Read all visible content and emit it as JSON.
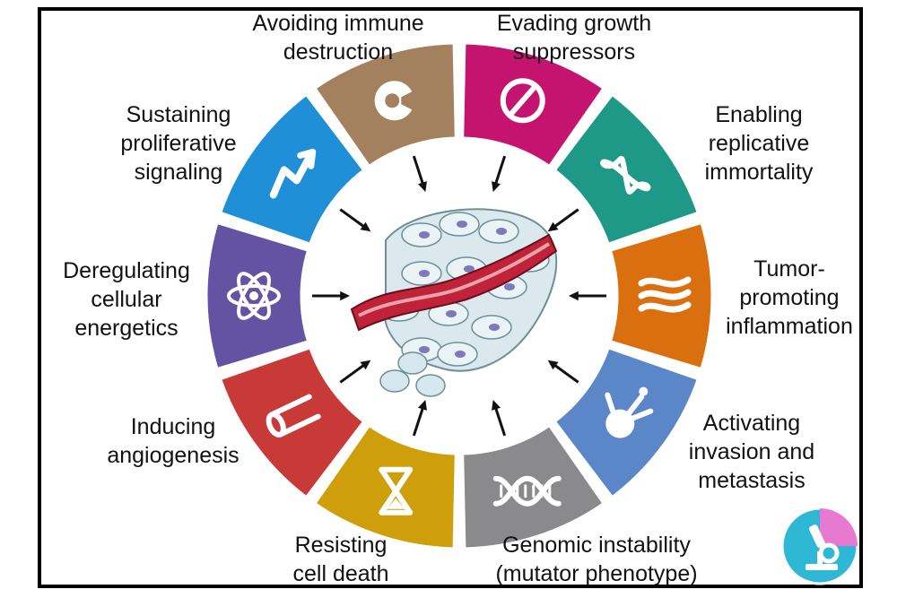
{
  "hallmarks": [
    {
      "key": "immune",
      "label": [
        "Avoiding immune",
        "destruction"
      ],
      "color": "#a3815f",
      "icon": "pacman-cell-icon"
    },
    {
      "key": "growth",
      "label": [
        "Evading growth",
        "suppressors"
      ],
      "color": "#c4146f",
      "icon": "prohibited-icon"
    },
    {
      "key": "immortality",
      "label": [
        "Enabling",
        "replicative",
        "immortality"
      ],
      "color": "#1f9987",
      "icon": "infinity-icon"
    },
    {
      "key": "inflammation",
      "label": [
        "Tumor-",
        "promoting",
        "inflammation"
      ],
      "color": "#d96f0e",
      "icon": "flame-icon"
    },
    {
      "key": "invasion",
      "label": [
        "Activating",
        "invasion and",
        "metastasis"
      ],
      "color": "#5b86c7",
      "icon": "invading-cell-icon"
    },
    {
      "key": "genomic",
      "label": [
        "Genomic instability",
        "(mutator phenotype)"
      ],
      "color": "#8a8a8c",
      "icon": "dna-helix-icon"
    },
    {
      "key": "celldeath",
      "label": [
        "Resisting",
        "cell death"
      ],
      "color": "#cf9e0b",
      "icon": "hourglass-icon"
    },
    {
      "key": "angiogenesis",
      "label": [
        "Inducing",
        "angiogenesis"
      ],
      "color": "#c83a38",
      "icon": "blood-vessel-icon"
    },
    {
      "key": "energetics",
      "label": [
        "Deregulating",
        "cellular",
        "energetics"
      ],
      "color": "#6452a3",
      "icon": "atom-icon"
    },
    {
      "key": "proliferative",
      "label": [
        "Sustaining",
        "proliferative",
        "signaling"
      ],
      "color": "#1f8fd8",
      "icon": "arrow-up-icon"
    }
  ],
  "colors": {
    "ring_edge": "#ffffff",
    "arrow": "#111111",
    "logo_bg": "#2fb7d6",
    "logo_accent": "#e879d0"
  }
}
